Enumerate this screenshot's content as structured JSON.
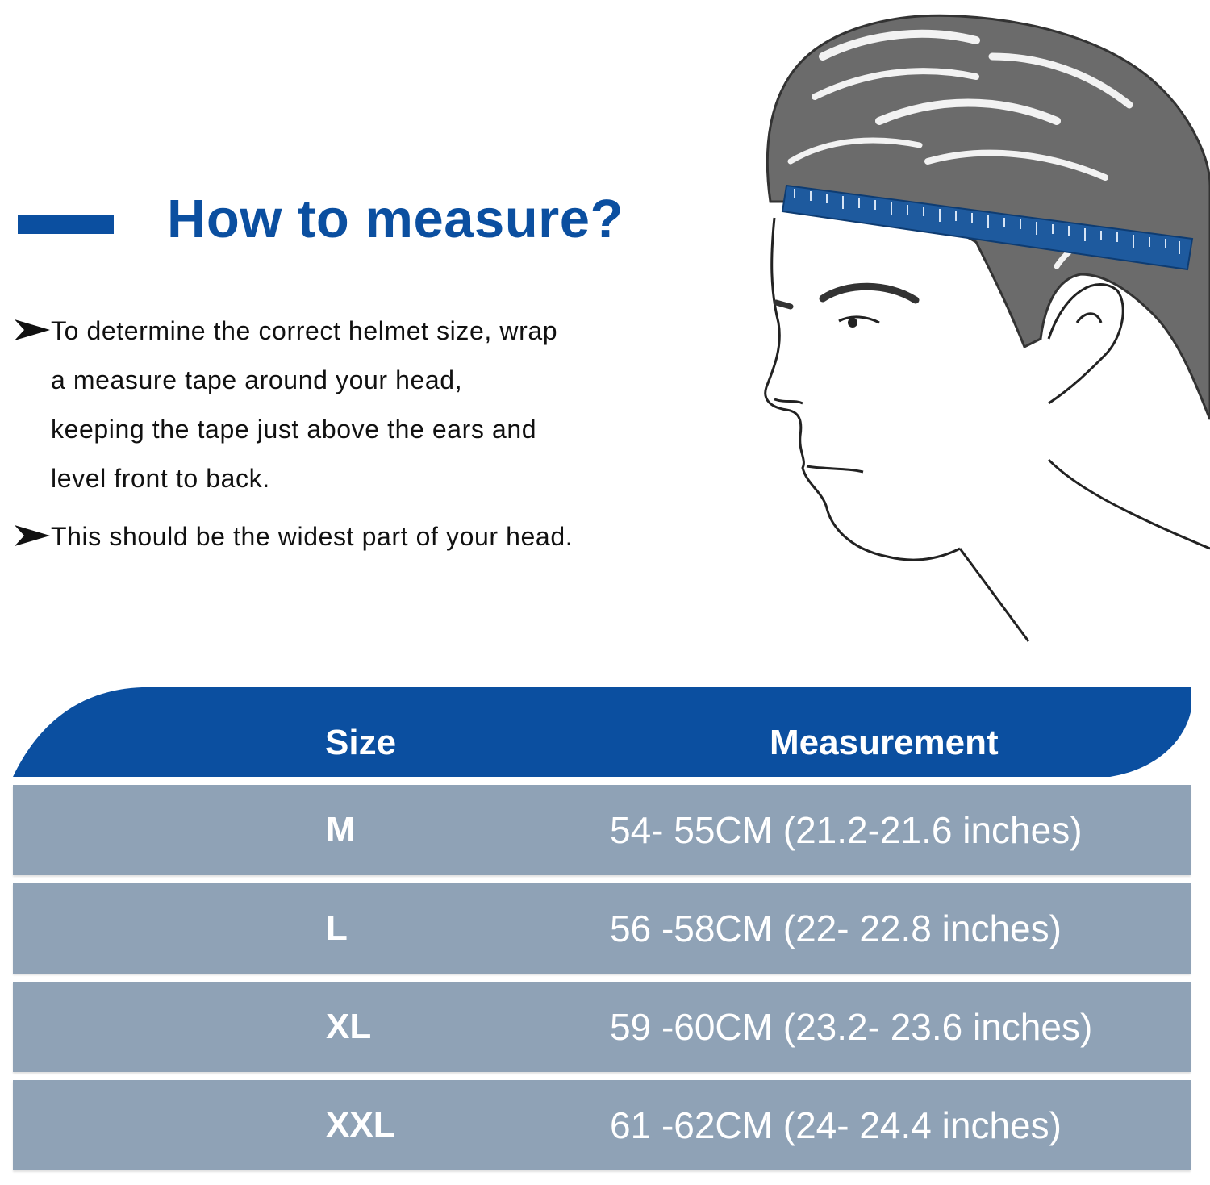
{
  "heading": {
    "title": "How to measure?"
  },
  "instructions": {
    "bullet1_lines": [
      "To determine the correct helmet size, wrap",
      "a measure tape around your head,",
      "keeping the tape just above the ears and",
      "level front to back."
    ],
    "bullet2_lines": [
      "This should be the widest part of your head."
    ]
  },
  "size_table": {
    "header_size": "Size",
    "header_measurement": "Measurement",
    "rows": [
      {
        "size": "M",
        "measurement": "54- 55CM (21.2-21.6 inches)"
      },
      {
        "size": "L",
        "measurement": "56 -58CM (22- 22.8 inches)"
      },
      {
        "size": "XL",
        "measurement": "59 -60CM (23.2- 23.6 inches)"
      },
      {
        "size": "XXL",
        "measurement": "61 -62CM (24- 24.4 inches)"
      }
    ]
  },
  "colors": {
    "accent_blue": "#0b4fa0",
    "row_gray": "#8fa2b6",
    "hair_gray": "#6b6b6b",
    "tape_blue": "#1e5a9e"
  },
  "icons": {
    "bullet": "arrowhead-bullet-icon"
  }
}
